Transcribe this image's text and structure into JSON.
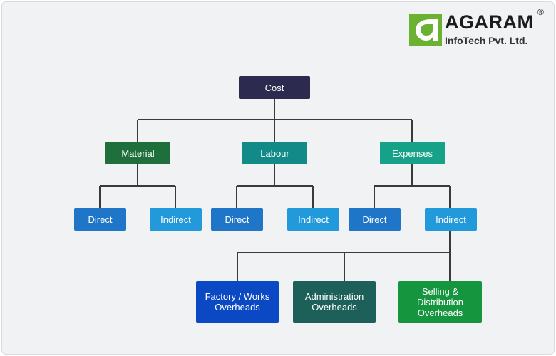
{
  "brand": {
    "name": "AGARAM",
    "sub": "InfoTech Pvt. Ltd.",
    "registered": "®",
    "logo_color": "#6cb232"
  },
  "tree": {
    "root": "Cost",
    "level1": [
      "Material",
      "Labour",
      "Expenses"
    ],
    "level2": {
      "material": [
        "Direct",
        "Indirect"
      ],
      "labour": [
        "Direct",
        "Indirect"
      ],
      "expenses": [
        "Direct",
        "Indirect"
      ]
    },
    "level3": [
      "Factory / Works Overheads",
      "Administration Overheads",
      "Selling & Distribution Overheads"
    ]
  },
  "colors": {
    "root": "#2c2b4f",
    "material": "#1f6f3d",
    "labour": "#128a88",
    "expenses": "#16a189",
    "direct": "#1f76c8",
    "indirect": "#2299db",
    "factory": "#0a48c4",
    "administration": "#1d5f59",
    "selling": "#14953e",
    "connector": "#3a3a3a"
  }
}
